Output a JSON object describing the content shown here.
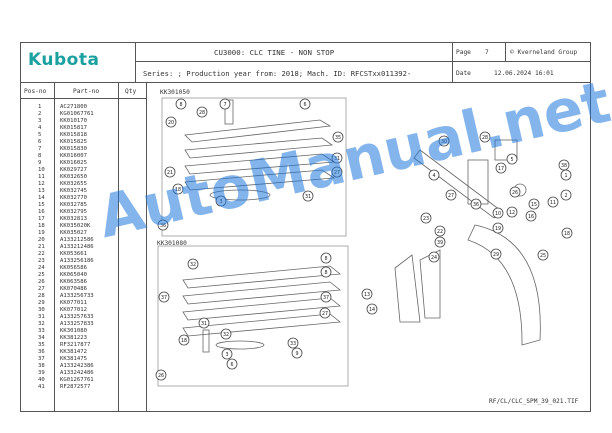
{
  "header": {
    "logo": "Kubota",
    "title": "CU3000: CLC TINE - NON STOP",
    "page_label": "Page",
    "page_number": "7",
    "copyright": "© Kverneland Group",
    "series_line": "Series: ; Production year from: 2018; Mach. ID: RFCSTxx011392-",
    "date_label": "Date",
    "date_value": "12.06.2024  16:01"
  },
  "columns": {
    "pos": "Pos-no",
    "part": "Part-no",
    "qty": "Qty"
  },
  "parts": [
    {
      "pos": "1",
      "part": "AC271800"
    },
    {
      "pos": "2",
      "part": "KG01067761"
    },
    {
      "pos": "3",
      "part": "KK010170"
    },
    {
      "pos": "4",
      "part": "KK015817"
    },
    {
      "pos": "5",
      "part": "KK015818"
    },
    {
      "pos": "6",
      "part": "KK015825"
    },
    {
      "pos": "7",
      "part": "KK015830"
    },
    {
      "pos": "8",
      "part": "KK016007"
    },
    {
      "pos": "9",
      "part": "KK016025"
    },
    {
      "pos": "10",
      "part": "KK029727"
    },
    {
      "pos": "11",
      "part": "KK032650"
    },
    {
      "pos": "12",
      "part": "KK032655"
    },
    {
      "pos": "13",
      "part": "KK032745"
    },
    {
      "pos": "14",
      "part": "KK032770"
    },
    {
      "pos": "15",
      "part": "KK032785"
    },
    {
      "pos": "16",
      "part": "KK032795"
    },
    {
      "pos": "17",
      "part": "KK032813"
    },
    {
      "pos": "18",
      "part": "KK035020K"
    },
    {
      "pos": "19",
      "part": "KK035027"
    },
    {
      "pos": "20",
      "part": "A133212586"
    },
    {
      "pos": "21",
      "part": "A133212486"
    },
    {
      "pos": "22",
      "part": "KK053661"
    },
    {
      "pos": "23",
      "part": "A133256186"
    },
    {
      "pos": "24",
      "part": "KK056586"
    },
    {
      "pos": "25",
      "part": "KK065040"
    },
    {
      "pos": "26",
      "part": "KK063586"
    },
    {
      "pos": "27",
      "part": "KK070486"
    },
    {
      "pos": "28",
      "part": "A133256733"
    },
    {
      "pos": "29",
      "part": "KK077011"
    },
    {
      "pos": "30",
      "part": "KK077012"
    },
    {
      "pos": "31",
      "part": "A133257633"
    },
    {
      "pos": "32",
      "part": "A133257833"
    },
    {
      "pos": "33",
      "part": "KK301080"
    },
    {
      "pos": "34",
      "part": "KK381223"
    },
    {
      "pos": "35",
      "part": "RF3217877"
    },
    {
      "pos": "36",
      "part": "KK381472"
    },
    {
      "pos": "37",
      "part": "KK381475"
    },
    {
      "pos": "38",
      "part": "A133242386"
    },
    {
      "pos": "39",
      "part": "A133242486"
    },
    {
      "pos": "40",
      "part": "KG01267761"
    },
    {
      "pos": "41",
      "part": "RF2872577"
    }
  ],
  "diagram": {
    "group_label_top": "KK301050",
    "group_label_mid": "KK301080",
    "callouts": [
      "8",
      "7",
      "28",
      "6",
      "20",
      "35",
      "31",
      "21",
      "27",
      "18",
      "3",
      "31",
      "36",
      "8",
      "32",
      "8",
      "37",
      "37",
      "27",
      "31",
      "18",
      "3",
      "9",
      "6",
      "33",
      "32",
      "26",
      "30",
      "5",
      "4",
      "28",
      "13",
      "14",
      "23",
      "15",
      "22",
      "16",
      "24",
      "18",
      "19",
      "38",
      "27",
      "29",
      "11",
      "12",
      "25",
      "10",
      "17",
      "26",
      "1",
      "2",
      "36",
      "39"
    ],
    "drawing_ref": "RF/CL/CLC_SPM_39_021.TIF"
  },
  "watermark": "AutoManual.net",
  "colors": {
    "logo": "#1aa0a0",
    "watermark": "#1e78dc",
    "line": "#555555"
  }
}
